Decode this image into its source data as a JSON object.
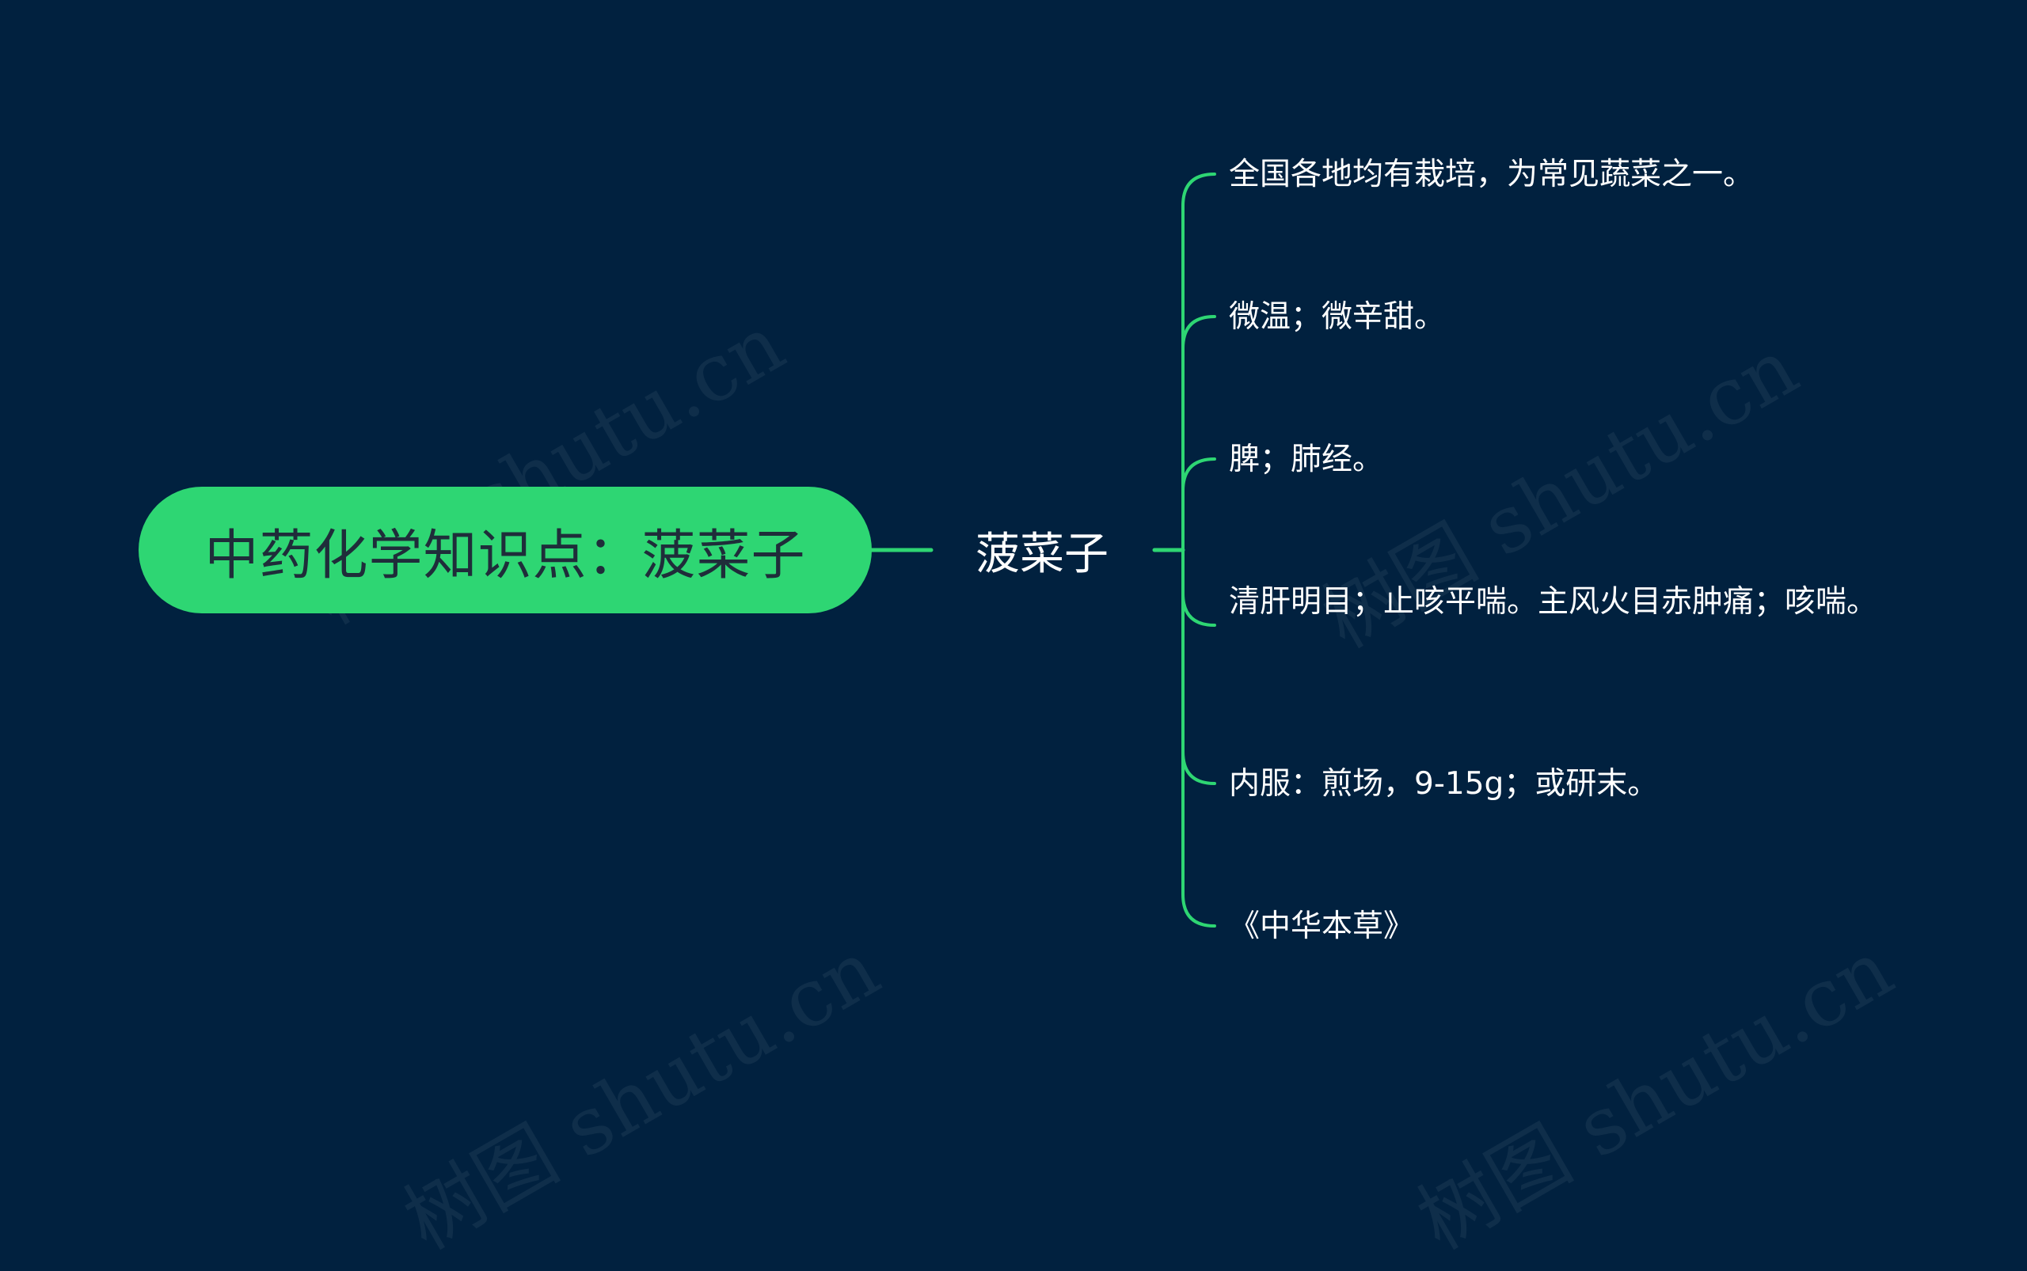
{
  "colors": {
    "background": "#01213f",
    "accent": "#2ed673",
    "root_text": "#1f2d3a",
    "node_text": "#ffffff"
  },
  "watermark": "树图 shutu.cn",
  "root": {
    "label": "中药化学知识点：菠菜子"
  },
  "branch": {
    "label": "菠菜子"
  },
  "leaves": [
    {
      "label": "全国各地均有栽培，为常见蔬菜之一。"
    },
    {
      "label": "微温；微辛甜。"
    },
    {
      "label": "脾；肺经。"
    },
    {
      "label": "清肝明目；止咳平喘。主风火目赤肿痛；咳喘。"
    },
    {
      "label": "内服：煎场，9-15g；或研末。"
    },
    {
      "label": "《中华本草》"
    }
  ]
}
